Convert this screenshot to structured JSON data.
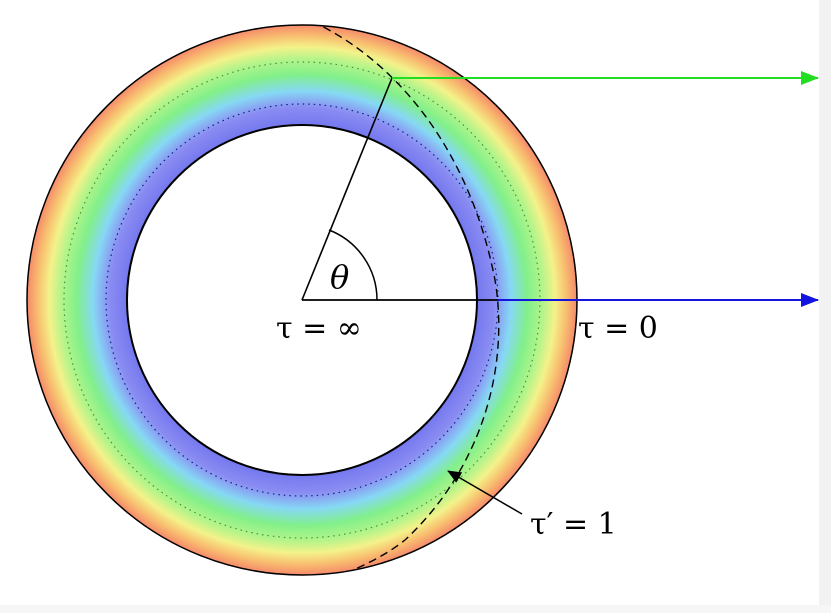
{
  "labels": {
    "theta": "θ",
    "tau_center": "τ = ∞",
    "tau_surface": "τ = 0",
    "tau_prime": "τ′ = 1"
  },
  "colors": {
    "outer_edge": "#f58a6a",
    "ring_orange": "#f8c070",
    "ring_yellow": "#f4f28a",
    "ring_green": "#82f08a",
    "ring_cyan": "#86d8f4",
    "ring_blue": "#8a8cf2",
    "inner_edge": "#7478ee",
    "green_arrow": "#22dd22",
    "blue_arrow": "#1414e0",
    "line": "#000000"
  },
  "angle_theta_deg": 70
}
